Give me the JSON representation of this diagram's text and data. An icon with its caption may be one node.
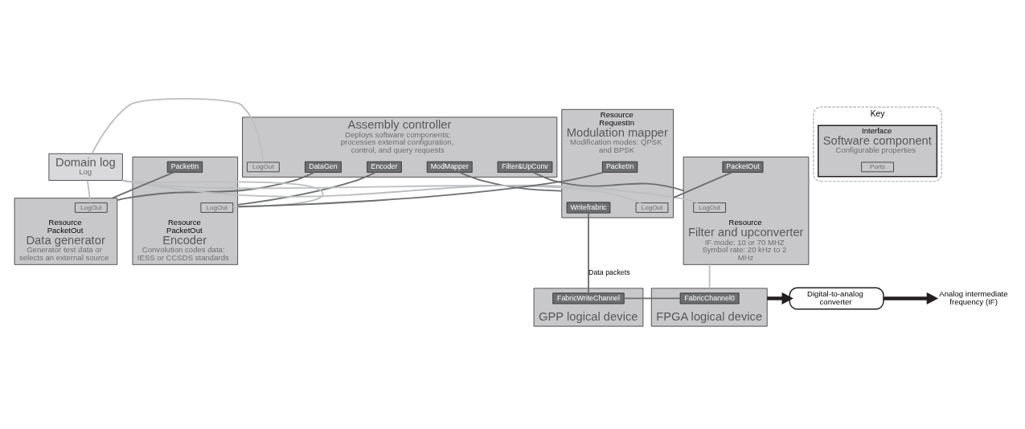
{
  "diagram": {
    "nodes": [
      {
        "text": [
          "Assembly controller",
          "Deploys software components; processes external configuration, control, and query requests"
        ]
      },
      {
        "text": [
          "LogOut"
        ],
        "in": 0
      },
      {
        "text": [
          "DataGen"
        ],
        "in": 0
      },
      {
        "text": [
          "Encoder"
        ],
        "in": 0
      },
      {
        "text": [
          "Filter&UpConv"
        ],
        "in": 0
      },
      {
        "text": [
          "ModMapper"
        ],
        "in": 0
      },
      {
        "text": [
          "Domain log",
          "Log"
        ]
      },
      {
        "text": [
          "Resource",
          "PacketOut",
          "Data generator",
          "Generator test data or selects an external source"
        ]
      },
      {
        "text": [
          "LogOut"
        ],
        "in": 7
      },
      {
        "text": [
          "Resource",
          "PacketOut",
          "Encoder",
          "Convolution codes data: IESS or CCSDS standards"
        ]
      },
      {
        "text": [
          "LogOut"
        ],
        "in": 9
      },
      {
        "text": [
          "PacketIn"
        ],
        "in": 9
      },
      {
        "text": [
          "Resource",
          "RequestIn",
          "Modulation mapper",
          "Modification modes: QPSK and BPSK"
        ]
      },
      {
        "text": [
          "LogOut"
        ],
        "in": 12
      },
      {
        "text": [
          "PacketIn"
        ],
        "in": 12
      },
      {
        "text": [
          "Writefrabric"
        ],
        "in": 12
      },
      {
        "text": [
          "Resource",
          "Filter and upconverter",
          "IF mode: 10 or 70 MHZ",
          "Symbol rate: 20 kHz to 2 MHz"
        ]
      },
      {
        "text": [
          "LogOut"
        ],
        "in": 16
      },
      {
        "text": [
          "PacketOut"
        ],
        "in": 16
      },
      {
        "text": [
          "GPP logical device"
        ]
      },
      {
        "text": [
          "FabricWriteChannel"
        ],
        "in": 19
      },
      {
        "text": [
          "FPGA logical device"
        ]
      },
      {
        "text": [
          "FabricChannel0"
        ],
        "in": 21
      },
      {
        "text": [
          "Digital-to-analog converter"
        ]
      },
      {
        "text": [
          "Analog intermediate frequency (IF)"
        ]
      },
      {
        "text": [
          "Key"
        ]
      },
      {
        "text": [
          "Interface",
          "Software component",
          "Configurable properties"
        ],
        "in": 25
      },
      {
        "text": [
          "Ports"
        ],
        "in": 26
      }
    ],
    "edges": [
      {
        "from": 6,
        "to": 1,
        "arrow": "none",
        "color": "#bcbec0"
      },
      {
        "from": 6,
        "to": 8,
        "arrow": "none",
        "color": "#bcbec0"
      },
      {
        "from": 6,
        "to": 10,
        "arrow": "none",
        "color": "#bcbec0"
      },
      {
        "from": 6,
        "to": 13,
        "arrow": "none",
        "color": "#bcbec0"
      },
      {
        "from": 6,
        "to": 17,
        "arrow": "none",
        "color": "#bcbec0"
      },
      {
        "from": 2,
        "to": 7,
        "arrow": "none"
      },
      {
        "from": 3,
        "to": 9,
        "arrow": "none"
      },
      {
        "from": 5,
        "to": 12,
        "arrow": "none"
      },
      {
        "from": 4,
        "to": 16,
        "arrow": "none"
      },
      {
        "from": 7,
        "to": 11,
        "arrow": "none"
      },
      {
        "from": 9,
        "to": 14,
        "arrow": "none"
      },
      {
        "from": 12,
        "to": 18,
        "arrow": "none"
      },
      {
        "from": 15,
        "to": 20,
        "arrow": "none",
        "label": "Data packets"
      },
      {
        "from": 20,
        "to": 22,
        "arrow": "none"
      },
      {
        "from": 16,
        "to": 21,
        "arrow": "none",
        "color": "#bcbec0"
      },
      {
        "from": 21,
        "to": 23,
        "arrow": "to",
        "style": "thick",
        "color": "#231f20"
      },
      {
        "from": 23,
        "to": 24,
        "arrow": "to",
        "style": "thick",
        "color": "#231f20"
      }
    ]
  }
}
